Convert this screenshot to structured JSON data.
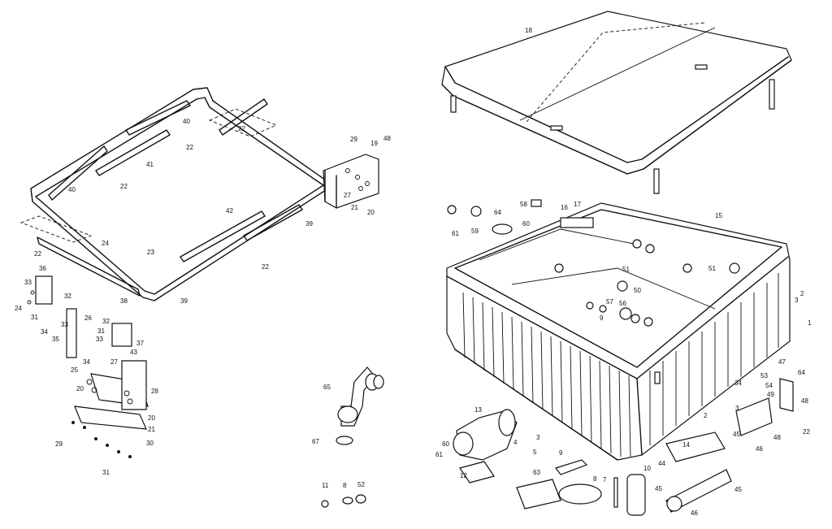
{
  "labels": [
    {
      "id": "l18",
      "text": "18"
    },
    {
      "id": "l15",
      "text": "15"
    },
    {
      "id": "l40a",
      "text": "40"
    },
    {
      "id": "l22a",
      "text": "22"
    },
    {
      "id": "l22b",
      "text": "22"
    },
    {
      "id": "l41",
      "text": "41"
    },
    {
      "id": "l22c",
      "text": "22"
    },
    {
      "id": "l40b",
      "text": "40"
    },
    {
      "id": "l42",
      "text": "42"
    },
    {
      "id": "l39a",
      "text": "39"
    },
    {
      "id": "l39b",
      "text": "39"
    },
    {
      "id": "l22d",
      "text": "22"
    },
    {
      "id": "l24",
      "text": "24"
    },
    {
      "id": "l23",
      "text": "23"
    },
    {
      "id": "l22e",
      "text": "22"
    },
    {
      "id": "l29a",
      "text": "29"
    },
    {
      "id": "l48a",
      "text": "48"
    },
    {
      "id": "l19",
      "text": "19"
    },
    {
      "id": "l27a",
      "text": "27"
    },
    {
      "id": "l21a",
      "text": "21"
    },
    {
      "id": "l20a",
      "text": "20"
    },
    {
      "id": "l36",
      "text": "36"
    },
    {
      "id": "l33a",
      "text": "33"
    },
    {
      "id": "l24b",
      "text": "24"
    },
    {
      "id": "l31a",
      "text": "31"
    },
    {
      "id": "l32a",
      "text": "32"
    },
    {
      "id": "l38",
      "text": "38"
    },
    {
      "id": "l26",
      "text": "26"
    },
    {
      "id": "l33b",
      "text": "33"
    },
    {
      "id": "l34a",
      "text": "34"
    },
    {
      "id": "l35",
      "text": "35"
    },
    {
      "id": "l25",
      "text": "25"
    },
    {
      "id": "l31b",
      "text": "31"
    },
    {
      "id": "l33c",
      "text": "33"
    },
    {
      "id": "l32b",
      "text": "32"
    },
    {
      "id": "l37",
      "text": "37"
    },
    {
      "id": "l43",
      "text": "43"
    },
    {
      "id": "l34b",
      "text": "34"
    },
    {
      "id": "l27b",
      "text": "27"
    },
    {
      "id": "l28",
      "text": "28"
    },
    {
      "id": "l20b",
      "text": "20"
    },
    {
      "id": "l20c",
      "text": "20"
    },
    {
      "id": "l21b",
      "text": "21"
    },
    {
      "id": "l29b",
      "text": "29"
    },
    {
      "id": "l30",
      "text": "30"
    },
    {
      "id": "l31c",
      "text": "31"
    },
    {
      "id": "l65",
      "text": "65"
    },
    {
      "id": "l67",
      "text": "67"
    },
    {
      "id": "l11",
      "text": "11"
    },
    {
      "id": "l8a",
      "text": "8"
    },
    {
      "id": "l52",
      "text": "52"
    },
    {
      "id": "l61a",
      "text": "61"
    },
    {
      "id": "l59",
      "text": "59"
    },
    {
      "id": "l64",
      "text": "64"
    },
    {
      "id": "l58",
      "text": "58"
    },
    {
      "id": "l60a",
      "text": "60"
    },
    {
      "id": "l16",
      "text": "16"
    },
    {
      "id": "l17",
      "text": "17"
    },
    {
      "id": "l51a",
      "text": "51"
    },
    {
      "id": "l51b",
      "text": "51"
    },
    {
      "id": "l50",
      "text": "50"
    },
    {
      "id": "l57",
      "text": "57"
    },
    {
      "id": "l56",
      "text": "56"
    },
    {
      "id": "l9a",
      "text": "9"
    },
    {
      "id": "l2a",
      "text": "2"
    },
    {
      "id": "l3a",
      "text": "3"
    },
    {
      "id": "l1",
      "text": "1"
    },
    {
      "id": "l2b",
      "text": "2"
    },
    {
      "id": "l47",
      "text": "47"
    },
    {
      "id": "l53",
      "text": "53"
    },
    {
      "id": "l64b",
      "text": "64"
    },
    {
      "id": "l54",
      "text": "54"
    },
    {
      "id": "l34c",
      "text": "34"
    },
    {
      "id": "l49",
      "text": "49"
    },
    {
      "id": "l48b",
      "text": "48"
    },
    {
      "id": "l3b",
      "text": "3"
    },
    {
      "id": "l48c",
      "text": "48"
    },
    {
      "id": "l22f",
      "text": "22"
    },
    {
      "id": "l13",
      "text": "13"
    },
    {
      "id": "l60b",
      "text": "60"
    },
    {
      "id": "l61b",
      "text": "61"
    },
    {
      "id": "l3c",
      "text": "3"
    },
    {
      "id": "l4",
      "text": "4"
    },
    {
      "id": "l5",
      "text": "5"
    },
    {
      "id": "l12",
      "text": "12"
    },
    {
      "id": "l9b",
      "text": "9"
    },
    {
      "id": "l63",
      "text": "63"
    },
    {
      "id": "l7",
      "text": "7"
    },
    {
      "id": "l8b",
      "text": "8"
    },
    {
      "id": "l10",
      "text": "10"
    },
    {
      "id": "l14",
      "text": "14"
    },
    {
      "id": "l44",
      "text": "44"
    },
    {
      "id": "l45a",
      "text": "45"
    },
    {
      "id": "l46a",
      "text": "46"
    },
    {
      "id": "l45b",
      "text": "45"
    },
    {
      "id": "l45c",
      "text": "45"
    },
    {
      "id": "l46b",
      "text": "46"
    }
  ]
}
